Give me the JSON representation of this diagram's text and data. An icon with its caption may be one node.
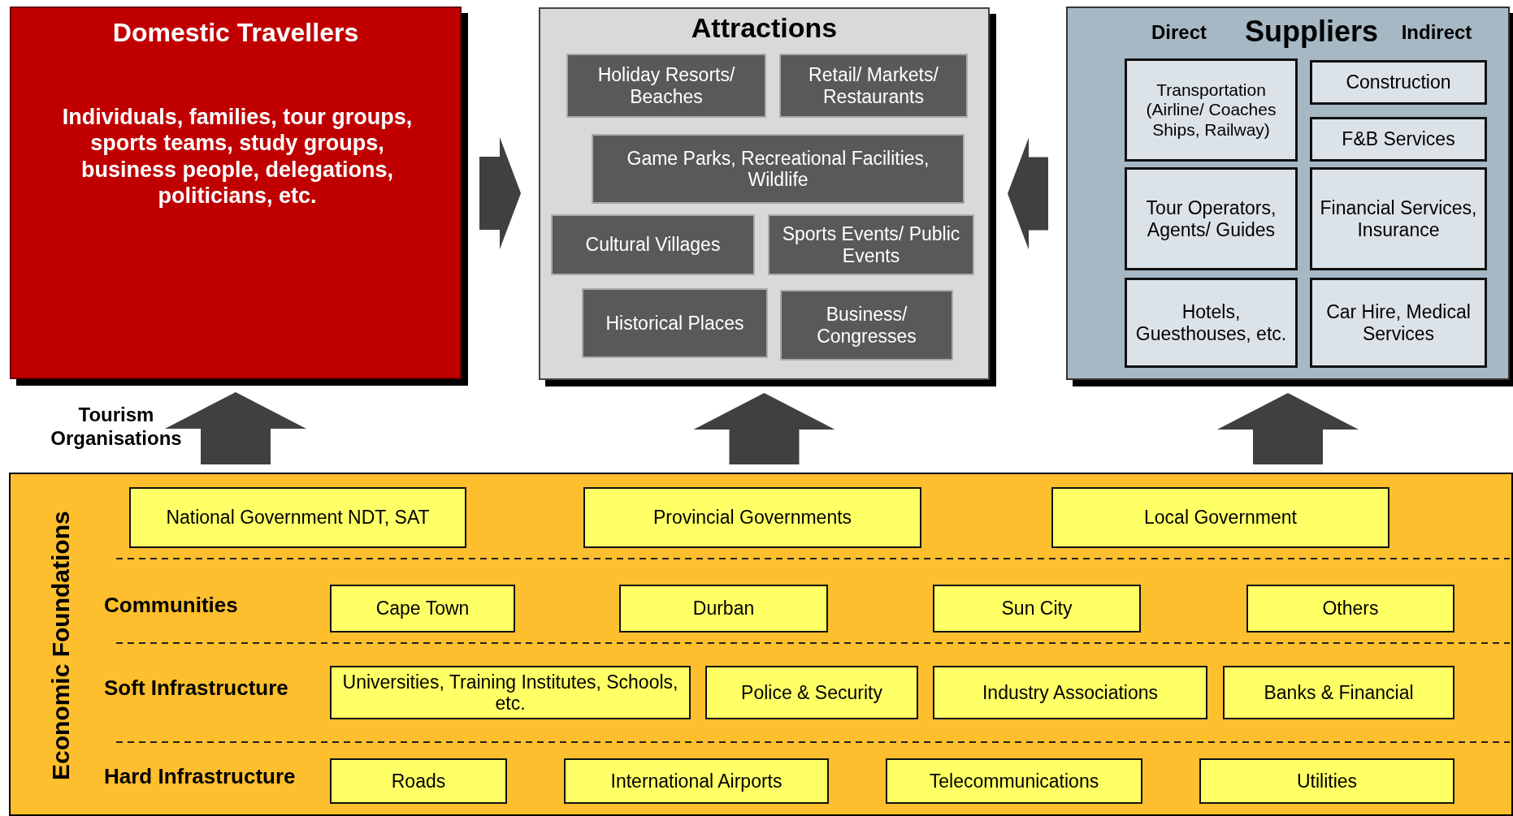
{
  "diagram": {
    "nodes": [
      {
        "text": [
          "Domestic Travellers",
          "Individuals, families, tour groups, sports teams, study groups, business people, delegations, politicians, etc."
        ]
      },
      {
        "text": [
          "Attractions"
        ]
      },
      {
        "text": [
          "Holiday Resorts/ Beaches"
        ],
        "in": 1
      },
      {
        "text": [
          "Retail/ Markets/ Restaurants"
        ],
        "in": 1
      },
      {
        "text": [
          "Game Parks, Recreational Facilities, Wildlife"
        ],
        "in": 1
      },
      {
        "text": [
          "Cultural Villages"
        ],
        "in": 1
      },
      {
        "text": [
          "Sports Events/ Public Events"
        ],
        "in": 1
      },
      {
        "text": [
          "Historical Places"
        ],
        "in": 1
      },
      {
        "text": [
          "Business/ Congresses"
        ],
        "in": 1
      },
      {
        "text": [
          "Direct",
          "Suppliers",
          "Indirect"
        ]
      },
      {
        "text": [
          "Transportation (Airline/ Coaches Ships, Railway)"
        ],
        "in": 9
      },
      {
        "text": [
          "Construction"
        ],
        "in": 9
      },
      {
        "text": [
          "F&B Services"
        ],
        "in": 9
      },
      {
        "text": [
          "Tour Operators, Agents/ Guides"
        ],
        "in": 9
      },
      {
        "text": [
          "Financial Services, Insurance"
        ],
        "in": 9
      },
      {
        "text": [
          "Hotels, Guesthouses, etc."
        ],
        "in": 9
      },
      {
        "text": [
          "Car Hire, Medical Services"
        ],
        "in": 9
      },
      {
        "text": [
          "Economic Foundations"
        ]
      },
      {
        "text": [
          "National Government NDT, SAT"
        ],
        "in": 17
      },
      {
        "text": [
          "Provincial Governments"
        ],
        "in": 17
      },
      {
        "text": [
          "Local Government"
        ],
        "in": 17
      },
      {
        "text": [
          "Cape Town"
        ],
        "in": 17
      },
      {
        "text": [
          "Durban"
        ],
        "in": 17
      },
      {
        "text": [
          "Sun City"
        ],
        "in": 17
      },
      {
        "text": [
          "Others"
        ],
        "in": 17
      },
      {
        "text": [
          "Universities, Training Institutes, Schools, etc."
        ],
        "in": 17
      },
      {
        "text": [
          "Police & Security"
        ],
        "in": 17
      },
      {
        "text": [
          "Industry Associations"
        ],
        "in": 17
      },
      {
        "text": [
          "Banks & Financial"
        ],
        "in": 17
      },
      {
        "text": [
          "Roads"
        ],
        "in": 17
      },
      {
        "text": [
          "International Airports"
        ],
        "in": 17
      },
      {
        "text": [
          "Telecommunications"
        ],
        "in": 17
      },
      {
        "text": [
          "Utilities"
        ],
        "in": 17
      }
    ],
    "edges": [
      {
        "from": 0,
        "to": 1,
        "arrow": "to"
      },
      {
        "from": 9,
        "to": 1,
        "arrow": "to"
      },
      {
        "from": 17,
        "to": 0,
        "arrow": "to",
        "label": "Tourism Organisations"
      },
      {
        "from": 17,
        "to": 1,
        "arrow": "to"
      },
      {
        "from": 17,
        "to": 9,
        "arrow": "to"
      }
    ],
    "labels": [
      "Communities",
      "Soft Infrastructure",
      "Hard Infrastructure"
    ]
  }
}
